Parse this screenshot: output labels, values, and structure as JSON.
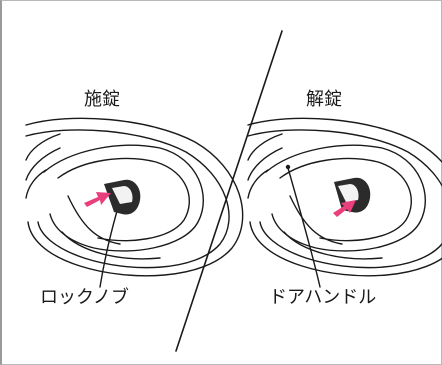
{
  "panels": {
    "lock": {
      "title": "施錠",
      "callout": "ロックノブ"
    },
    "unlock": {
      "title": "解錠",
      "callout": "ドアハンドル"
    }
  },
  "colors": {
    "outline": "#1a1a1a",
    "arrow": "#ea3f7d",
    "knob": "#2b2b2b",
    "background": "#ffffff"
  }
}
